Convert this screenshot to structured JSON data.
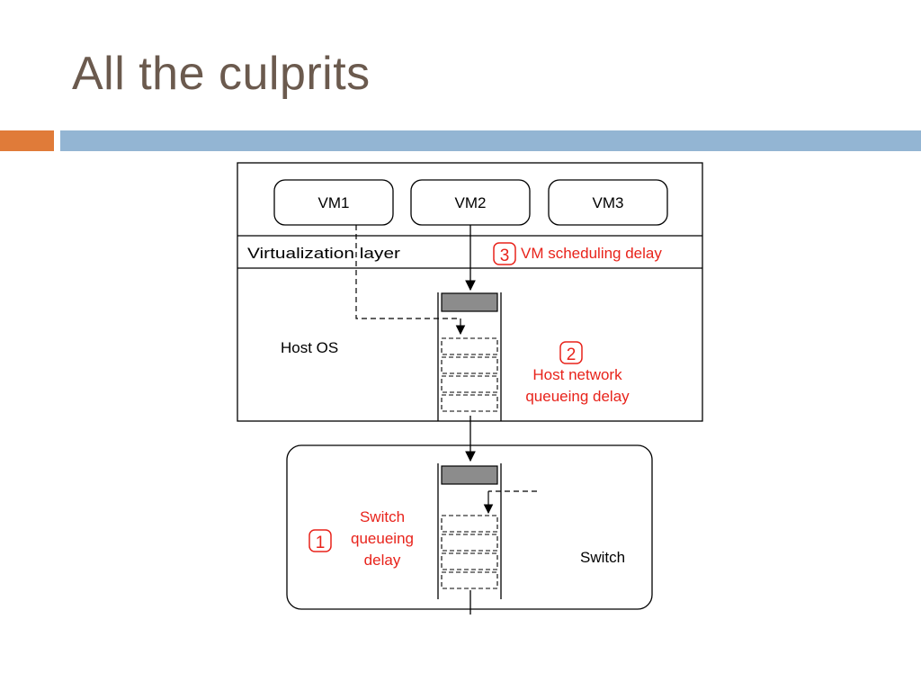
{
  "slide": {
    "title": "All the culprits"
  },
  "diagram": {
    "vms": [
      "VM1",
      "VM2",
      "VM3"
    ],
    "virtualization_label": "Virtualization layer",
    "host_label": "Host OS",
    "switch_label": "Switch",
    "delay_3": {
      "number": "3",
      "text": "VM scheduling delay"
    },
    "delay_2": {
      "number": "2",
      "line1": "Host network",
      "line2": "queueing delay"
    },
    "delay_1": {
      "number": "1",
      "line1": "Switch",
      "line2": "queueing",
      "line3": "delay"
    }
  },
  "colors": {
    "title": "#6b5a4e",
    "accent_orange": "#e07b39",
    "accent_blue": "#93b5d3",
    "annotation_red": "#e8231b",
    "packet_fill": "#8c8c8c"
  }
}
